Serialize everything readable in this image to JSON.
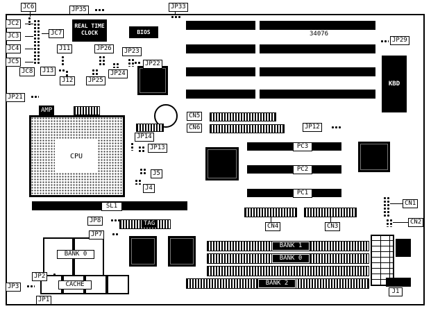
{
  "diagram": {
    "type": "motherboard-jumper-diagram",
    "part_number": "34076",
    "colors": {
      "board_outline": "#000000",
      "background": "#ffffff",
      "component_fill": "#000000"
    },
    "labels": {
      "jc6": "JC6",
      "jp35": "JP35",
      "jp33": "JP33",
      "jc2": "JC2",
      "jc3": "JC3",
      "jc4": "JC4",
      "jc5": "JC5",
      "jc7": "JC7",
      "jc8": "JC8",
      "j11": "J11",
      "j12": "J12",
      "j13": "J13",
      "jp26": "JP26",
      "jp23": "JP23",
      "jp24": "JP24",
      "jp25": "JP25",
      "jp22": "JP22",
      "jp21": "JP21",
      "jp29": "JP29",
      "rtc_line1": "REAL TIME",
      "rtc_line2": "CLOCK",
      "bios": "BIOS",
      "kbd": "KBD",
      "amp": "AMP",
      "cpu": "CPU",
      "jp14": "JP14",
      "jp13": "JP13",
      "j5": "J5",
      "j4": "J4",
      "cn5": "CN5",
      "cn6": "CN6",
      "jp12": "JP12",
      "pc3": "PC3",
      "pc2": "PC2",
      "pc1": "PC1",
      "sl1": "SL1",
      "jp8": "JP8",
      "jp7": "JP7",
      "tag": "TAG",
      "cn4": "CN4",
      "cn3": "CN3",
      "cn1": "CN1",
      "cn2": "CN2",
      "bank0_dram": "BANK 0",
      "bank1_simm": "BANK 1",
      "bank0_simm": "BANK 0",
      "bank2_simm": "BANK 2",
      "cache": "CACHE",
      "jp2": "JP2",
      "jp3": "JP3",
      "jp1": "JP1",
      "j1": "J1"
    }
  }
}
